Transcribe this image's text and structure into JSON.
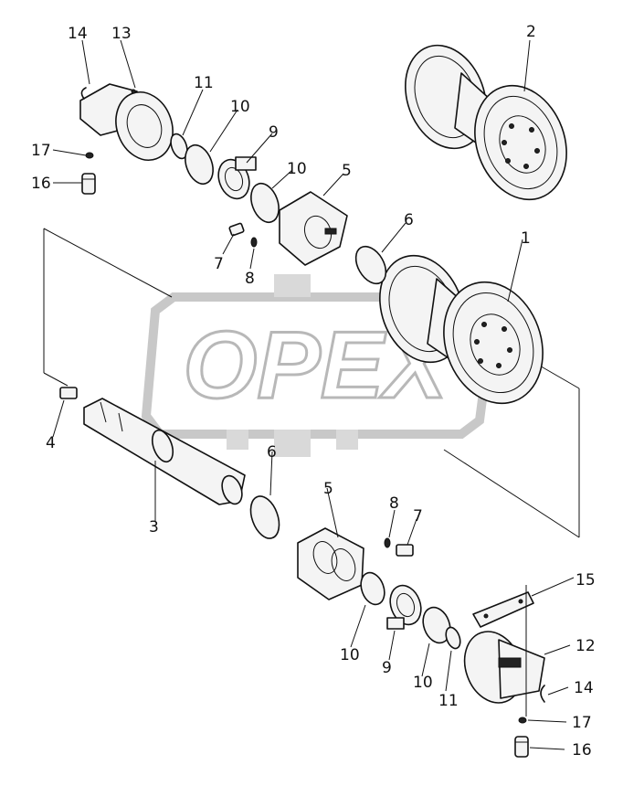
{
  "watermark": {
    "text": "OPEX"
  },
  "callouts": {
    "c1": "1",
    "c2": "2",
    "c3": "3",
    "c4": "4",
    "c5a": "5",
    "c5b": "5",
    "c6a": "6",
    "c6b": "6",
    "c7a": "7",
    "c7b": "7",
    "c8a": "8",
    "c8b": "8",
    "c9a": "9",
    "c9b": "9",
    "c10a": "10",
    "c10b": "10",
    "c10c": "10",
    "c10d": "10",
    "c11a": "11",
    "c11b": "11",
    "c12": "12",
    "c13": "13",
    "c14a": "14",
    "c14b": "14",
    "c15": "15",
    "c16a": "16",
    "c16b": "16",
    "c17a": "17",
    "c17b": "17"
  }
}
